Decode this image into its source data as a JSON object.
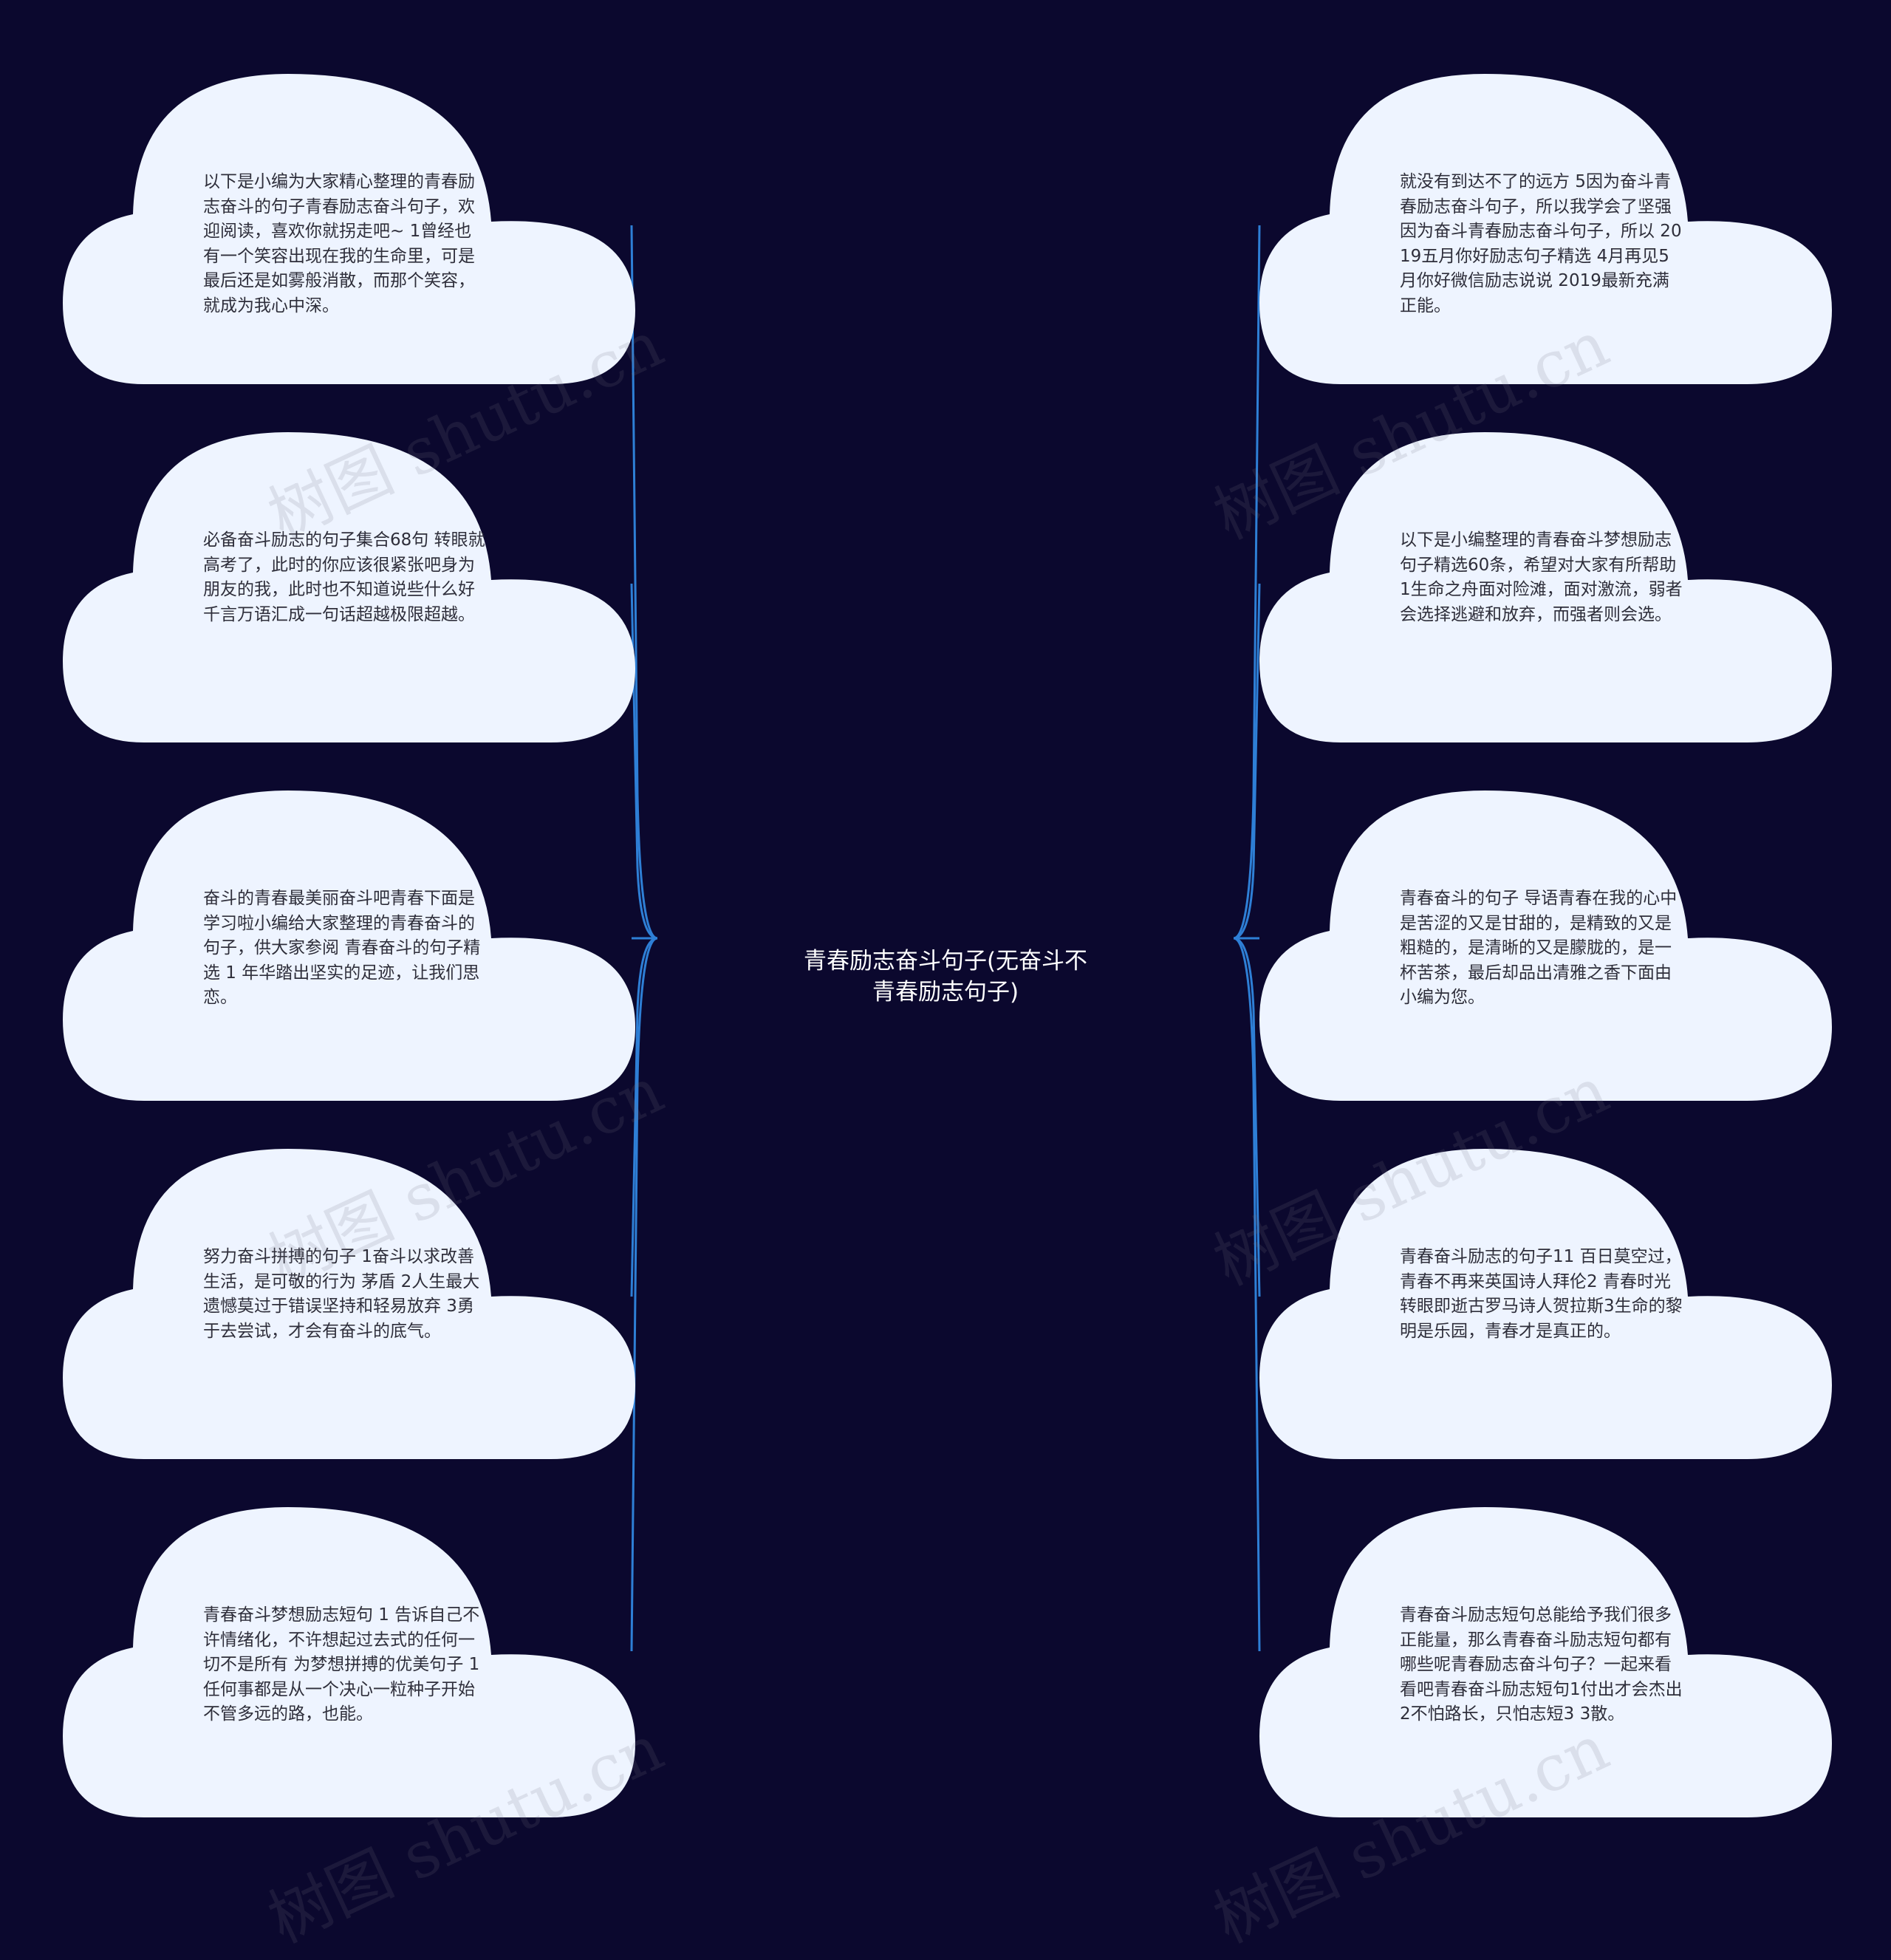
{
  "center": {
    "title": "青春励志奋斗句子(无奋斗不青春励志句子)"
  },
  "watermark_text": "树图 shutu.cn",
  "colors": {
    "background": "#0b082e",
    "cloud_fill": "#eef4ff",
    "connector": "#2e7fd6",
    "text": "#2e2e3a",
    "title": "#ffffff"
  },
  "left_nodes": [
    "以下是小编为大家精心整理的青春励志奋斗的句子青春励志奋斗句子，欢迎阅读，喜欢你就拐走吧~ 1曾经也有一个笑容出现在我的生命里，可是最后还是如雾般消散，而那个笑容，就成为我心中深。",
    "必备奋斗励志的句子集合68句 转眼就高考了，此时的你应该很紧张吧身为朋友的我，此时也不知道说些什么好千言万语汇成一句话超越极限超越。",
    "奋斗的青春最美丽奋斗吧青春下面是学习啦小编给大家整理的青春奋斗的句子，供大家参阅 青春奋斗的句子精选 1 年华踏出坚实的足迹，让我们思恋。",
    "努力奋斗拼搏的句子 1奋斗以求改善生活，是可敬的行为 茅盾 2人生最大遗憾莫过于错误坚持和轻易放弃 3勇于去尝试，才会有奋斗的底气。",
    "青春奋斗梦想励志短句 1 告诉自己不许情绪化，不许想起过去式的任何一切不是所有 为梦想拼搏的优美句子 1任何事都是从一个决心一粒种子开始不管多远的路，也能。"
  ],
  "right_nodes": [
    "就没有到达不了的远方 5因为奋斗青春励志奋斗句子，所以我学会了坚强因为奋斗青春励志奋斗句子，所以 2019五月你好励志句子精选 4月再见5月你好微信励志说说 2019最新充满正能。",
    "以下是小编整理的青春奋斗梦想励志句子精选60条，希望对大家有所帮助 1生命之舟面对险滩，面对激流，弱者会选择逃避和放弃，而强者则会选。",
    "青春奋斗的句子 导语青春在我的心中是苦涩的又是甘甜的，是精致的又是粗糙的，是清晰的又是朦胧的，是一杯苦茶，最后却品出清雅之香下面由小编为您。",
    "青春奋斗励志的句子11 百日莫空过，青春不再来英国诗人拜伦2 青春时光转眼即逝古罗马诗人贺拉斯3生命的黎明是乐园，青春才是真正的。",
    "青春奋斗励志短句总能给予我们很多正能量，那么青春奋斗励志短句都有哪些呢青春励志奋斗句子？一起来看看吧青春奋斗励志短句1付出才会杰出2不怕路长，只怕志短3 3散。"
  ]
}
